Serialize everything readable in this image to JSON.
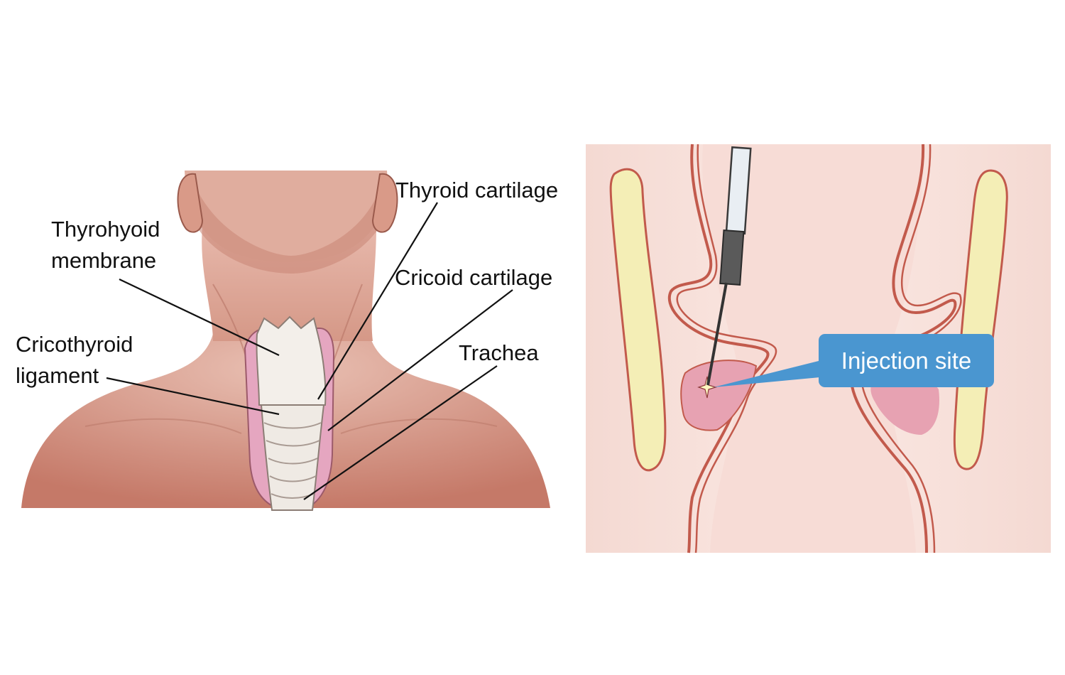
{
  "left_panel": {
    "labels": {
      "thyroid_cartilage": "Thyroid cartilage",
      "thyrohyoid_line1": "Thyrohyoid",
      "thyrohyoid_line2": "membrane",
      "cricoid_cartilage": "Cricoid cartilage",
      "cricothyroid_line1": "Cricothyroid",
      "cricothyroid_line2": "ligament",
      "trachea": "Trachea"
    }
  },
  "right_panel": {
    "callout": "Injection site"
  },
  "colors": {
    "skin": "#d9a393",
    "skin_shadow": "#c47a6a",
    "cartilage": "#f1ede8",
    "pink_tissue": "#e9a7b3",
    "yellow_cartilage": "#f4eeb6",
    "mucosa_outline": "#c25a4c",
    "callout": "#4a96d0"
  }
}
